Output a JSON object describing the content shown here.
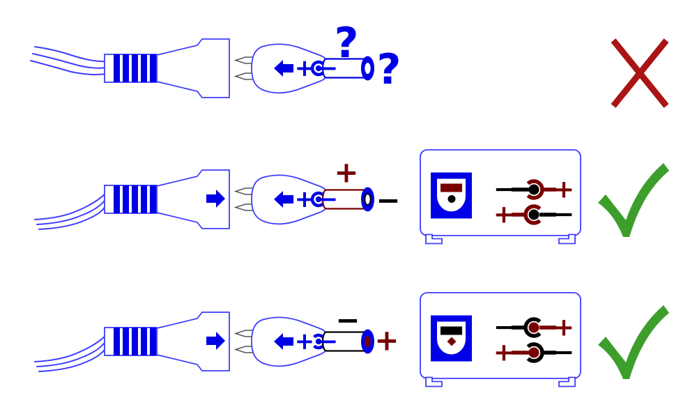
{
  "title": "DC power adapter polarity matching diagram",
  "colors": {
    "canvas-bg": "#ffffff",
    "outline-blue": "#3d3dff",
    "solid-blue": "#0000e6",
    "dark-red": "#780000",
    "cross-red": "#aa1414",
    "check-green": "#3d9e2b",
    "ink": "#000000",
    "pin-gray": "#555555"
  },
  "rows": [
    {
      "name": "unknown-polarity",
      "plug_arrow": false,
      "adapter": {
        "plus": "+",
        "minus": "−"
      },
      "barrel": {
        "above_label": "?",
        "tip_label": "?"
      },
      "verdict_icon": "cross-icon"
    },
    {
      "name": "center-negative-match",
      "plug_arrow": true,
      "adapter": {
        "plus": "+",
        "minus": "−"
      },
      "barrel": {
        "above_label": "+",
        "tip_label": "−"
      },
      "device": {
        "jacks": [
          {
            "left": "−",
            "right": "+"
          },
          {
            "left": "+",
            "right": "−"
          }
        ]
      },
      "verdict_icon": "check-icon"
    },
    {
      "name": "center-positive-match",
      "plug_arrow": true,
      "adapter": {
        "plus": "+",
        "minus": "−"
      },
      "barrel": {
        "above_label": "−",
        "tip_label": "+"
      },
      "device": {
        "jacks": [
          {
            "left": "−",
            "right": "+"
          },
          {
            "left": "+",
            "right": "−"
          }
        ]
      },
      "verdict_icon": "check-icon"
    }
  ]
}
